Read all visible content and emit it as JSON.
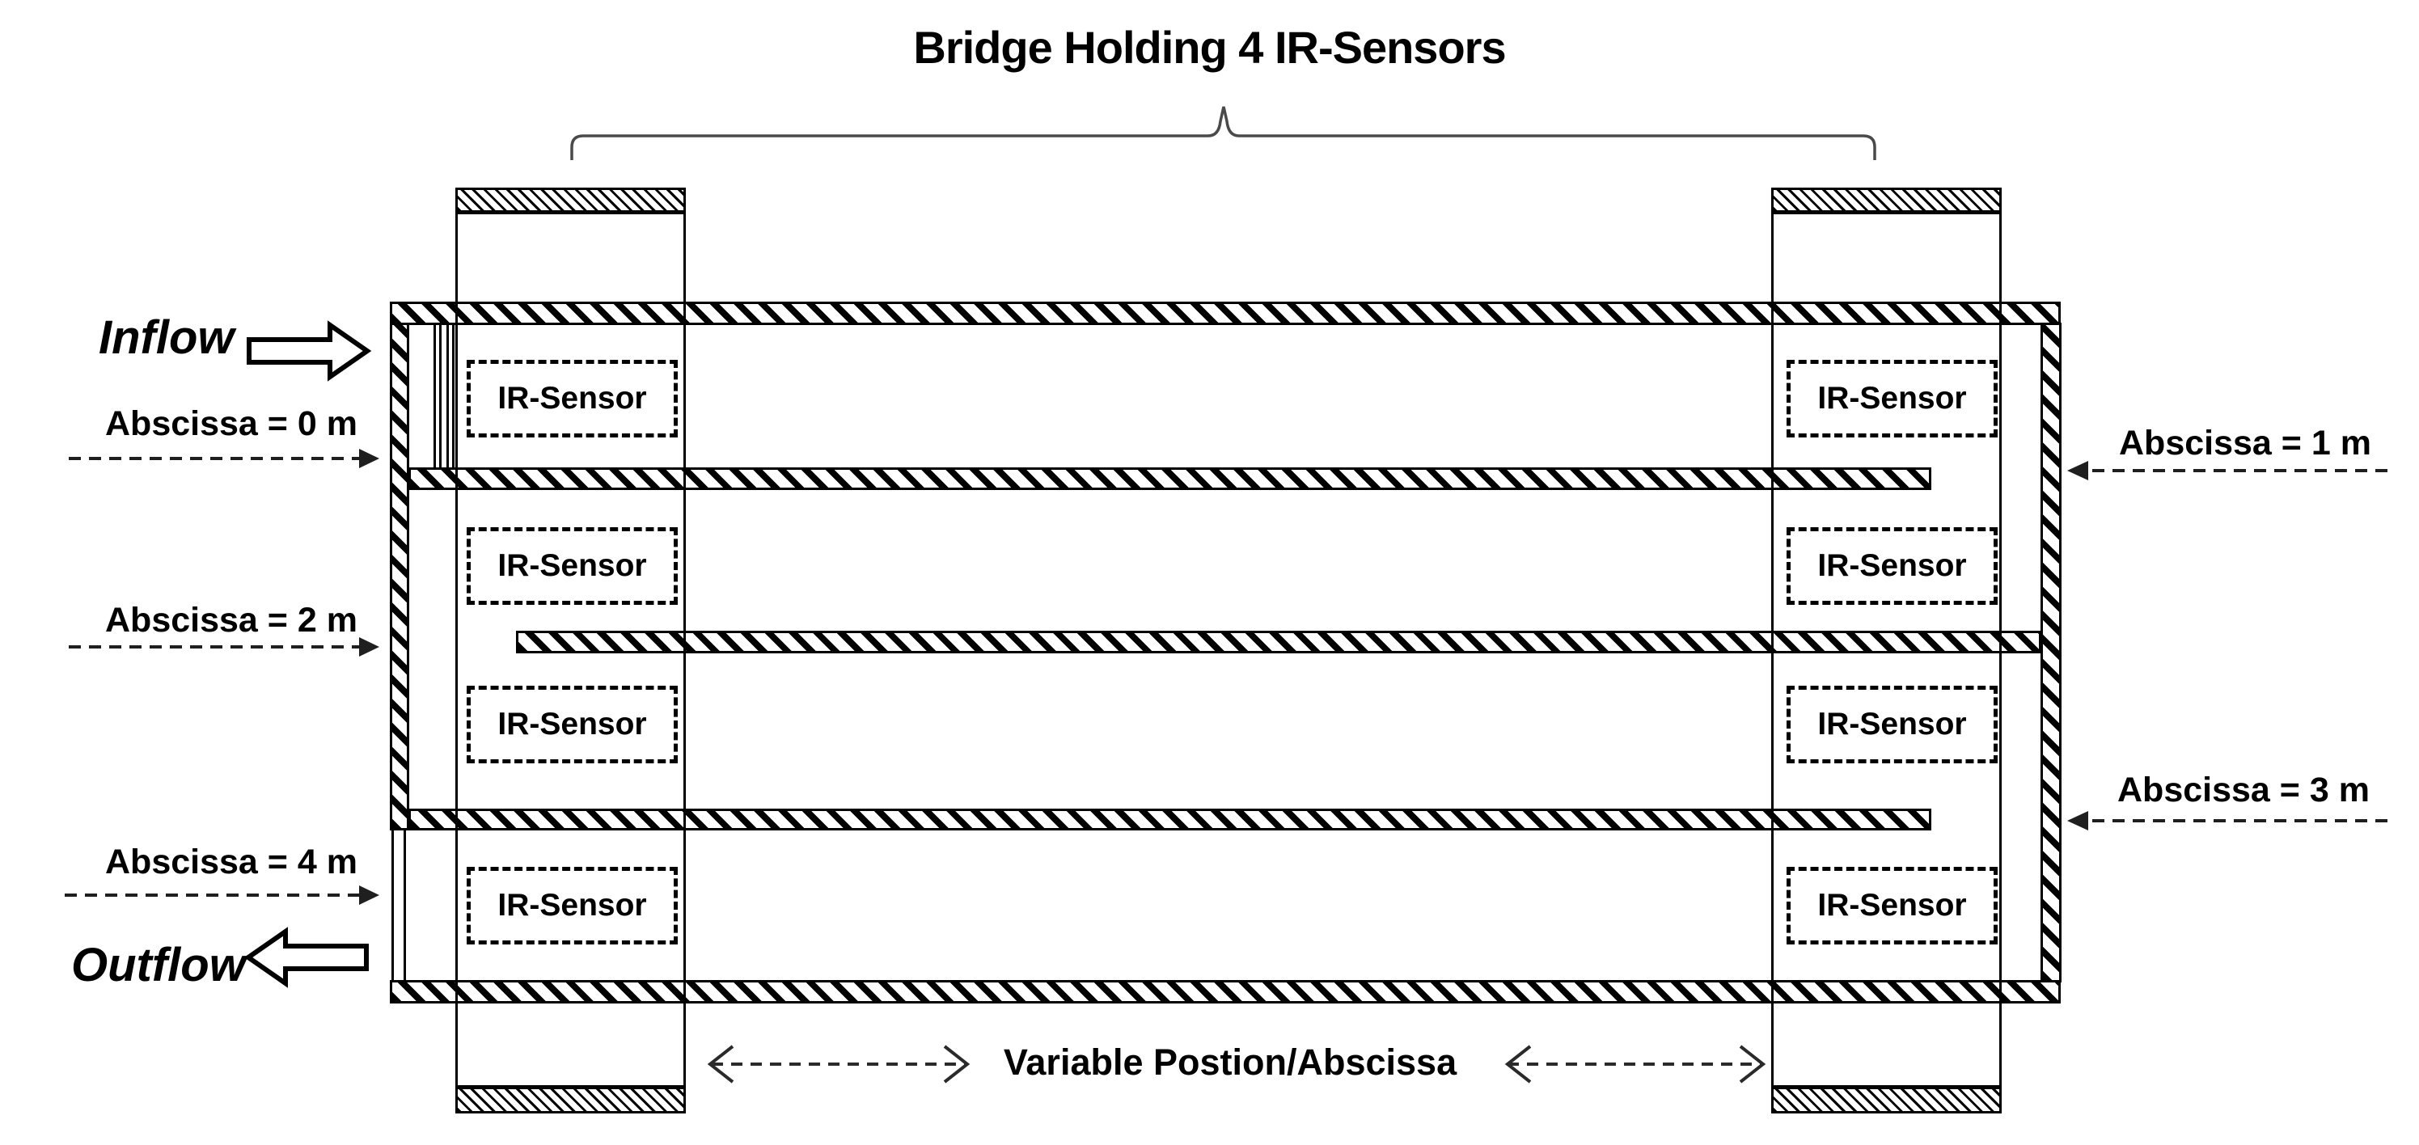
{
  "title": "Bridge Holding 4 IR-Sensors",
  "flow": {
    "inflow_label": "Inflow",
    "outflow_label": "Outflow"
  },
  "abscissa_markers": {
    "left": [
      {
        "label": "Abscissa = 0 m"
      },
      {
        "label": "Abscissa = 2 m"
      },
      {
        "label": "Abscissa = 4 m"
      }
    ],
    "right": [
      {
        "label": "Abscissa = 1 m"
      },
      {
        "label": "Abscissa = 3 m"
      }
    ]
  },
  "sensors": [
    {
      "label": "IR-Sensor",
      "column": "left",
      "row": 1
    },
    {
      "label": "IR-Sensor",
      "column": "left",
      "row": 2
    },
    {
      "label": "IR-Sensor",
      "column": "left",
      "row": 3
    },
    {
      "label": "IR-Sensor",
      "column": "left",
      "row": 4
    },
    {
      "label": "IR-Sensor",
      "column": "right",
      "row": 1
    },
    {
      "label": "IR-Sensor",
      "column": "right",
      "row": 2
    },
    {
      "label": "IR-Sensor",
      "column": "right",
      "row": 3
    },
    {
      "label": "IR-Sensor",
      "column": "right",
      "row": 4
    }
  ],
  "bottom_annotation": {
    "label": "Variable Postion/Abscissa"
  },
  "colors": {
    "ink": "#000000",
    "brace": "#4a4a4a",
    "dashed_arrow": "#1f1f1f"
  }
}
